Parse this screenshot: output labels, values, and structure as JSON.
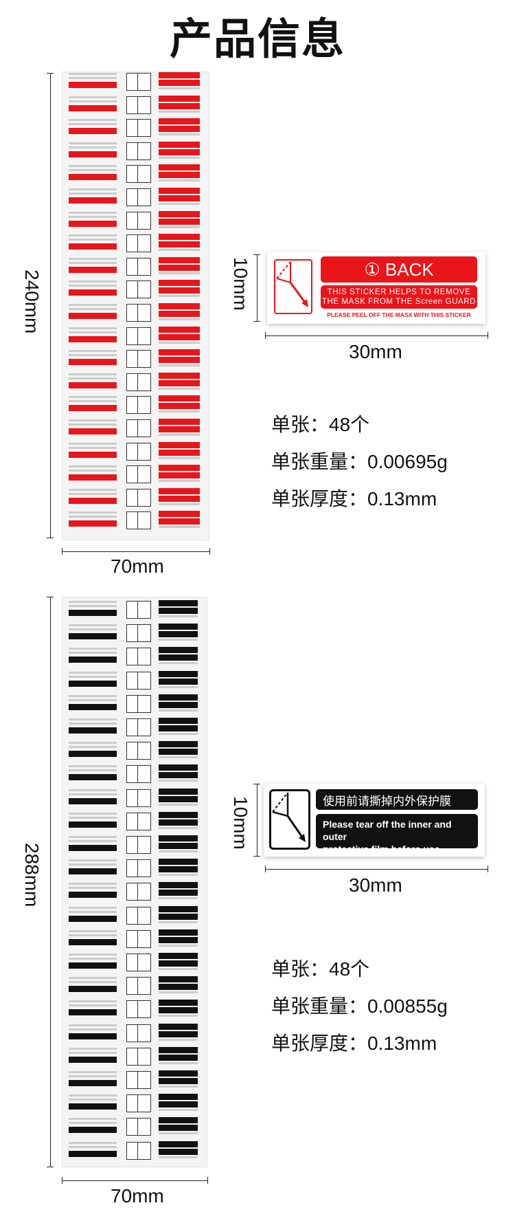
{
  "page_title": "产品信息",
  "section1": {
    "sheet_height_label": "240mm",
    "sheet_width_label": "70mm",
    "sticker_height_label": "10mm",
    "sticker_width_label": "30mm",
    "sticker": {
      "heading": "① BACK",
      "body_line1": "THIS STICKER HELPS TO REMOVE",
      "body_line2": "THE MASK FROM THE Screen GUARD",
      "footer": "PLEASE PEEL OFF THE MASX WITH THIS STICKER"
    },
    "specs": {
      "count": "单张：48个",
      "weight": "单张重量：0.00695g",
      "thickness": "单张厚度：0.13mm"
    },
    "accent": "#e8161b"
  },
  "section2": {
    "sheet_height_label": "288mm",
    "sheet_width_label": "70mm",
    "sticker_height_label": "10mm",
    "sticker_width_label": "30mm",
    "sticker": {
      "heading": "使用前请撕掉内外保护膜",
      "body_line1": "Please tear off the inner and outer",
      "body_line2": "protective film before use"
    },
    "specs": {
      "count": "单张：48个",
      "weight": "单张重量：0.00855g",
      "thickness": "单张厚度：0.13mm"
    },
    "accent": "#111111"
  }
}
